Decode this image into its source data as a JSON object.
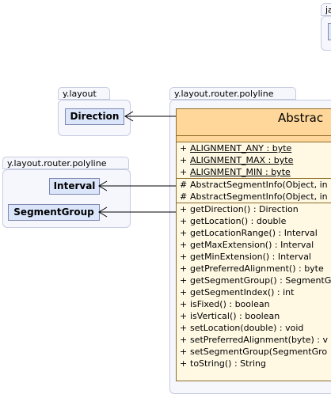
{
  "packages": {
    "top_right": {
      "label": "ja"
    },
    "layout": {
      "label": "y.layout"
    },
    "router_main": {
      "label": "y.layout.router.polyline"
    },
    "router_left": {
      "label": "y.layout.router.polyline"
    }
  },
  "classes": {
    "direction": "Direction",
    "interval": "Interval",
    "segment_group": "SegmentGroup",
    "main": "Abstrac"
  },
  "fields": [
    {
      "vis": "+",
      "text": "ALIGNMENT_ANY : byte"
    },
    {
      "vis": "+",
      "text": "ALIGNMENT_MAX : byte"
    },
    {
      "vis": "+",
      "text": "ALIGNMENT_MIN : byte"
    }
  ],
  "constructors": [
    {
      "vis": "#",
      "text": "AbstractSegmentInfo(Object, in"
    },
    {
      "vis": "#",
      "text": "AbstractSegmentInfo(Object, in"
    }
  ],
  "methods": [
    {
      "vis": "+",
      "text": "getDirection() : Direction"
    },
    {
      "vis": "+",
      "text": "getLocation() : double"
    },
    {
      "vis": "+",
      "text": "getLocationRange() : Interval"
    },
    {
      "vis": "+",
      "text": "getMaxExtension() : Interval"
    },
    {
      "vis": "+",
      "text": "getMinExtension() : Interval"
    },
    {
      "vis": "+",
      "text": "getPreferredAlignment() : byte"
    },
    {
      "vis": "+",
      "text": "getSegmentGroup() : SegmentGr"
    },
    {
      "vis": "+",
      "text": "getSegmentIndex() : int"
    },
    {
      "vis": "+",
      "text": "isFixed() : boolean"
    },
    {
      "vis": "+",
      "text": "isVertical() : boolean"
    },
    {
      "vis": "+",
      "text": "setLocation(double) : void"
    },
    {
      "vis": "+",
      "text": "setPreferredAlignment(byte) : v"
    },
    {
      "vis": "+",
      "text": "setSegmentGroup(SegmentGro"
    },
    {
      "vis": "+",
      "text": "toString() : String"
    }
  ]
}
